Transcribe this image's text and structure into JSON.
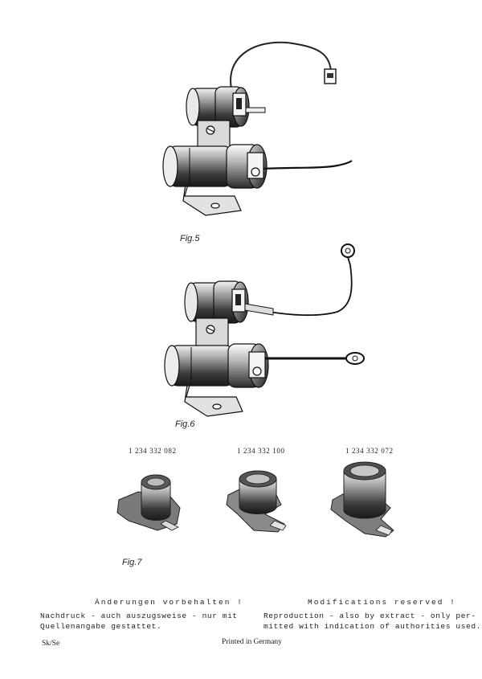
{
  "figures": {
    "fig5": {
      "label": "Fig.5"
    },
    "fig6": {
      "label": "Fig.6"
    },
    "fig7": {
      "label": "Fig.7",
      "parts": [
        {
          "part_number": "1 234 332 082"
        },
        {
          "part_number": "1 234 332 100"
        },
        {
          "part_number": "1 234 332 072"
        }
      ]
    }
  },
  "footer": {
    "german": {
      "heading": "Änderungen vorbehalten !",
      "line1": "Nachdruck - auch auszugsweise - nur mit",
      "line2": "Quellenangabe gestattet."
    },
    "english": {
      "heading": "Modifications reserved !",
      "line1": "Reproduction - also by extract - only per-",
      "line2": "mitted with indication of authorities used."
    },
    "code": "Sk/Se",
    "printed": "Printed in Germany"
  }
}
